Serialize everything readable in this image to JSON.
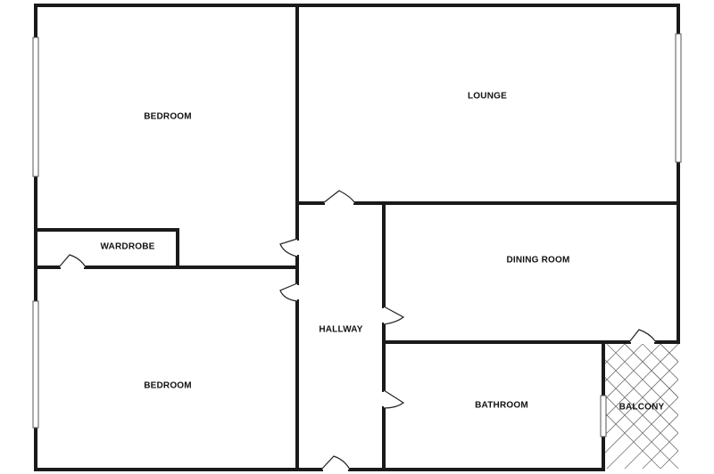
{
  "rooms": {
    "bedroom_top": "BEDROOM",
    "lounge": "LOUNGE",
    "wardrobe": "WARDROBE",
    "dining_room": "DINING ROOM",
    "hallway": "HALLWAY",
    "bedroom_bottom": "BEDROOM",
    "bathroom": "BATHROOM",
    "balcony": "BALCONY"
  }
}
